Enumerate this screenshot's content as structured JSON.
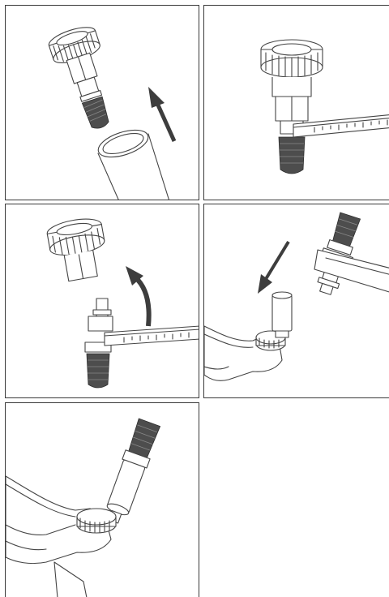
{
  "figure": {
    "steps": [
      {
        "id": 1,
        "description_icon": "implant-mount-removal-step"
      },
      {
        "id": 2,
        "description_icon": "wrench-on-mount-step"
      },
      {
        "id": 3,
        "description_icon": "mount-unscrew-step"
      },
      {
        "id": 4,
        "description_icon": "handpiece-adapter-step"
      },
      {
        "id": 5,
        "description_icon": "handpiece-implant-insertion-step"
      }
    ],
    "colors": {
      "line": "#444444",
      "thread": "#4d4d4d",
      "arrow": "#3d3d3d",
      "background": "#ffffff"
    }
  }
}
